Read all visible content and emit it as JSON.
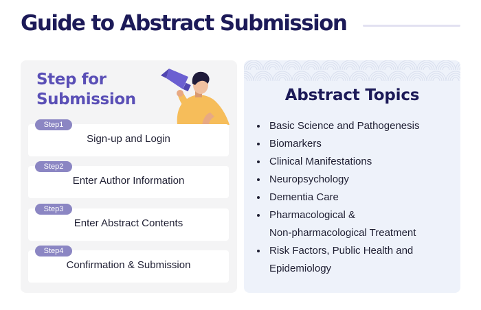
{
  "page": {
    "title": "Guide to Abstract Submission"
  },
  "steps_panel": {
    "heading_line1": "Step for",
    "heading_line2": "Submission",
    "steps": [
      {
        "badge": "Step1",
        "label": "Sign-up and Login"
      },
      {
        "badge": "Step2",
        "label": "Enter Author Information"
      },
      {
        "badge": "Step3",
        "label": "Enter Abstract Contents"
      },
      {
        "badge": "Step4",
        "label": "Confirmation & Submission"
      }
    ]
  },
  "topics_panel": {
    "heading": "Abstract Topics",
    "topics": [
      [
        "Basic Science and Pathogenesis"
      ],
      [
        "Biomarkers"
      ],
      [
        "Clinical Manifestations"
      ],
      [
        "Neuropsychology"
      ],
      [
        "Dementia Care"
      ],
      [
        "Pharmacological &",
        "Non-pharmacological Treatment"
      ],
      [
        "Risk Factors, Public Health and",
        "Epidemiology"
      ]
    ]
  },
  "colors": {
    "title": "#1c1a58",
    "accent": "#5a4fb6",
    "badge": "#8b86c3",
    "steps_bg": "#f4f4f5",
    "topics_bg": "#eef2fa"
  }
}
